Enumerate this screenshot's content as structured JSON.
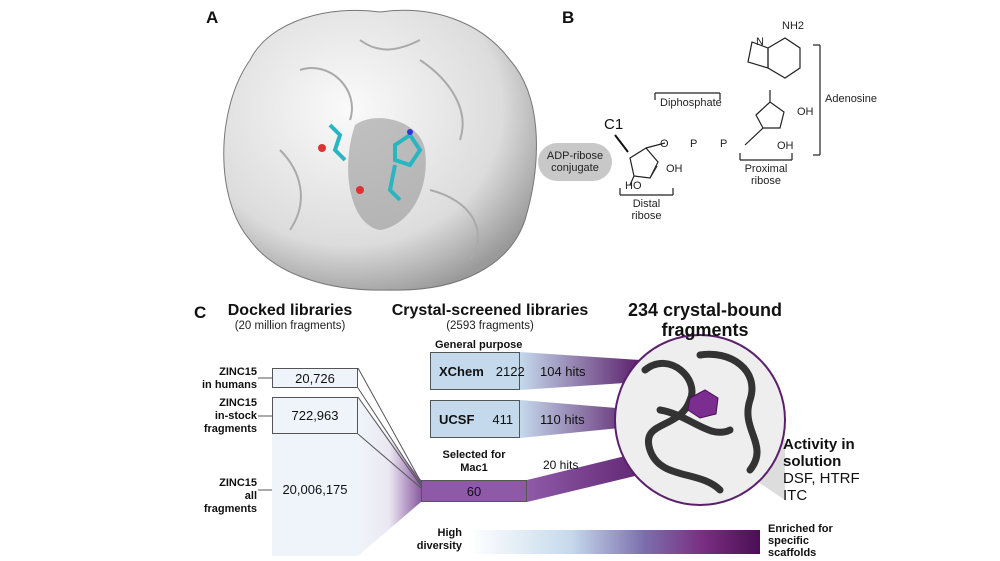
{
  "panels": {
    "a": "A",
    "b": "B",
    "c": "C"
  },
  "structure": {
    "c1": "C1",
    "conjugate_line1": "ADP-ribose",
    "conjugate_line2": "conjugate",
    "diphosphate": "Diphosphate",
    "adenosine": "Adenosine",
    "distal_line1": "Distal",
    "distal_line2": "ribose",
    "proximal_line1": "Proximal",
    "proximal_line2": "ribose",
    "nh2": "NH2",
    "oh": "OH",
    "ho": "HO",
    "o": "O",
    "p": "P",
    "n": "N"
  },
  "docked": {
    "title": "Docked libraries",
    "subtitle": "(20 million fragments)",
    "rows": [
      {
        "label1": "ZINC15",
        "label2": "in humans",
        "label3": "",
        "value": "20,726"
      },
      {
        "label1": "ZINC15",
        "label2": "in-stock",
        "label3": "fragments",
        "value": "722,963"
      },
      {
        "label1": "ZINC15",
        "label2": "all",
        "label3": "fragments",
        "value": "20,006,175"
      }
    ]
  },
  "crystal": {
    "title": "Crystal-screened libraries",
    "subtitle": "(2593 fragments)",
    "general": "General purpose",
    "libs": [
      {
        "name": "XChem",
        "count": "2122",
        "hits": "104 hits"
      },
      {
        "name": "UCSF",
        "count": "411",
        "hits": "110 hits"
      }
    ],
    "selected_line1": "Selected for",
    "selected_line2": "Mac1",
    "selected_count": "60",
    "selected_hits": "20 hits"
  },
  "bound": {
    "title_line1": "234 crystal-bound",
    "title_line2": "fragments"
  },
  "activity": {
    "title_line1": "Activity in",
    "title_line2": "solution",
    "line1": "DSF, HTRF",
    "line2": "ITC"
  },
  "scale": {
    "left_line1": "High",
    "left_line2": "diversity",
    "right_line1": "Enriched for",
    "right_line2": "specific",
    "right_line3": "scaffolds"
  },
  "colors": {
    "purple": "#5b1f6b",
    "light_blue": "#c5d9ec",
    "box_purple": "#8e5aa8"
  }
}
